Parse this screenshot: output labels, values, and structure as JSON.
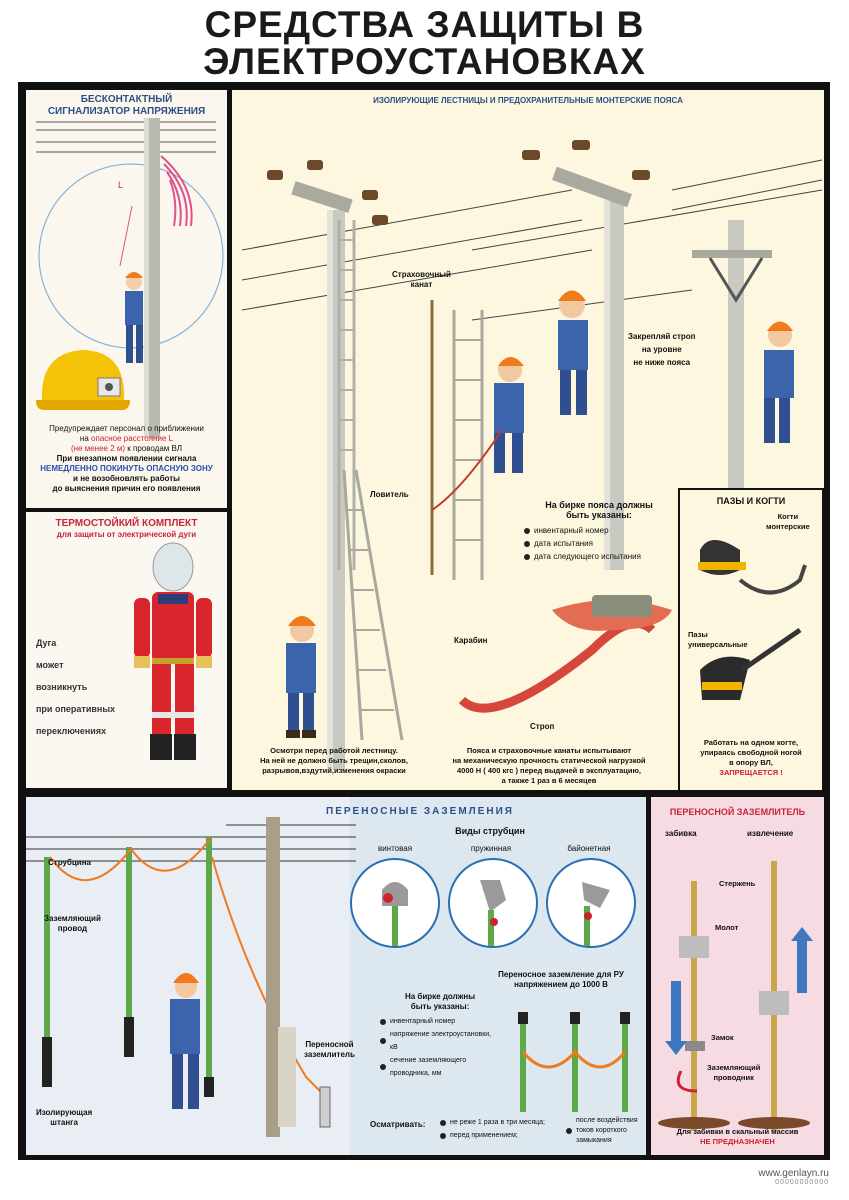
{
  "title": [
    "СРЕДСТВА ЗАЩИТЫ В",
    "ЭЛЕКТРОУСТАНОВКАХ"
  ],
  "detector": {
    "heading": [
      "БЕСКОНТАКТНЫЙ",
      "СИГНАЛИЗАТОР НАПРЯЖЕНИЯ"
    ],
    "distance_mark": "L",
    "warn_line1": "Предупреждает персонал о приближении",
    "warn_line2_pre": "на",
    "warn_line2_red": "опасное расстояние L",
    "warn_line3_red": "(не менее 2 м)",
    "warn_line3_post": "к проводам ВЛ",
    "sudden_line1": "При внезапном появлении сигнала",
    "sudden_line2_blue": "НЕМЕДЛЕННО ПОКИНУТЬ ОПАСНУЮ ЗОНУ",
    "sudden_line3": "и не возобновлять работы",
    "sudden_line4": "до выяснения причин его появления"
  },
  "suit": {
    "heading": "ТЕРМОСТОЙКИЙ КОМПЛЕКТ",
    "subheading": "для защиты от электрической дуги",
    "text": [
      "Дуга",
      "может",
      "возникнуть",
      "при оперативных",
      "переключениях"
    ]
  },
  "ladders": {
    "heading": "ИЗОЛИРУЮЩИЕ ЛЕСТНИЦЫ И ПРЕДОХРАНИТЕЛЬНЫЕ МОНТЕРСКИЕ ПОЯСА",
    "safety_rope": [
      "Страховочный",
      "канат"
    ],
    "slider": "Ловитель",
    "fasten": [
      "Закрепляй строп",
      "на уровне",
      "не ниже пояса"
    ],
    "tag_heading": [
      "На бирке пояса должны",
      "быть указаны:"
    ],
    "tag_items": [
      "инвентарный номер",
      "дата испытания",
      "дата следующего испытания"
    ],
    "carabiner": "Карабин",
    "strop": "Строп",
    "inspect": [
      "Осмотри перед работой лестницу.",
      "На ней не должно быть трещин,сколов,",
      "разрывов,вздутий,изменения окраски"
    ],
    "belts_test": [
      "Пояса и страховочные канаты испытывают",
      "на механическую прочность статической нагрузкой",
      "4000 Н ( 400 кгс ) перед выдачей в эксплуатацию,",
      "а также 1 раз в 6 месяцев"
    ]
  },
  "pazy": {
    "heading": "ПАЗЫ И КОГТИ",
    "kogti": [
      "Когти",
      "монтерские"
    ],
    "pazy": [
      "Пазы",
      "универсальные"
    ],
    "note": [
      "Работать на одном когте,",
      "упираясь свободной ногой",
      "в опору ВЛ,"
    ],
    "forbidden": "ЗАПРЕЩАЕТСЯ !"
  },
  "grounding": {
    "heading": "ПЕРЕНОСНЫЕ ЗАЗЕМЛЕНИЯ",
    "clamp": "Струбцина",
    "wire": [
      "Заземляющий",
      "провод"
    ],
    "rod": [
      "Изолирующая",
      "штанга"
    ],
    "portable": [
      "Переносной",
      "заземлитель"
    ],
    "clamp_types_heading": "Виды струбцин",
    "clamp_types": [
      "винтовая",
      "пружинная",
      "байонетная"
    ],
    "ru_heading": [
      "Переносное заземление для РУ",
      "напряжением до 1000 В"
    ],
    "tag_heading": [
      "На бирке должны",
      "быть указаны:"
    ],
    "tag_items": [
      "инвентарный номер",
      "напряжение электроустановки, кВ",
      "сечение заземляющего проводника, мм"
    ],
    "inspect_label": "Осматривать:",
    "inspect_items": [
      "не реже 1 раза в три месяца;",
      "перед применением;",
      "после воздействия токов короткого замыкания"
    ]
  },
  "rod_panel": {
    "heading": "ПЕРЕНОСНОЙ ЗАЗЕМЛИТЕЛЬ",
    "drive": "забивка",
    "extract": "извлечение",
    "stem": "Стержень",
    "hammer": "Молот",
    "lock": "Замок",
    "conductor": [
      "Заземляющий",
      "проводник"
    ],
    "note": "Для забивки в скальный массив",
    "note_red": "НЕ ПРЕДНАЗНАЧЕН"
  },
  "footer": {
    "site": "www.genlayn.ru",
    "code": "00000000000"
  }
}
